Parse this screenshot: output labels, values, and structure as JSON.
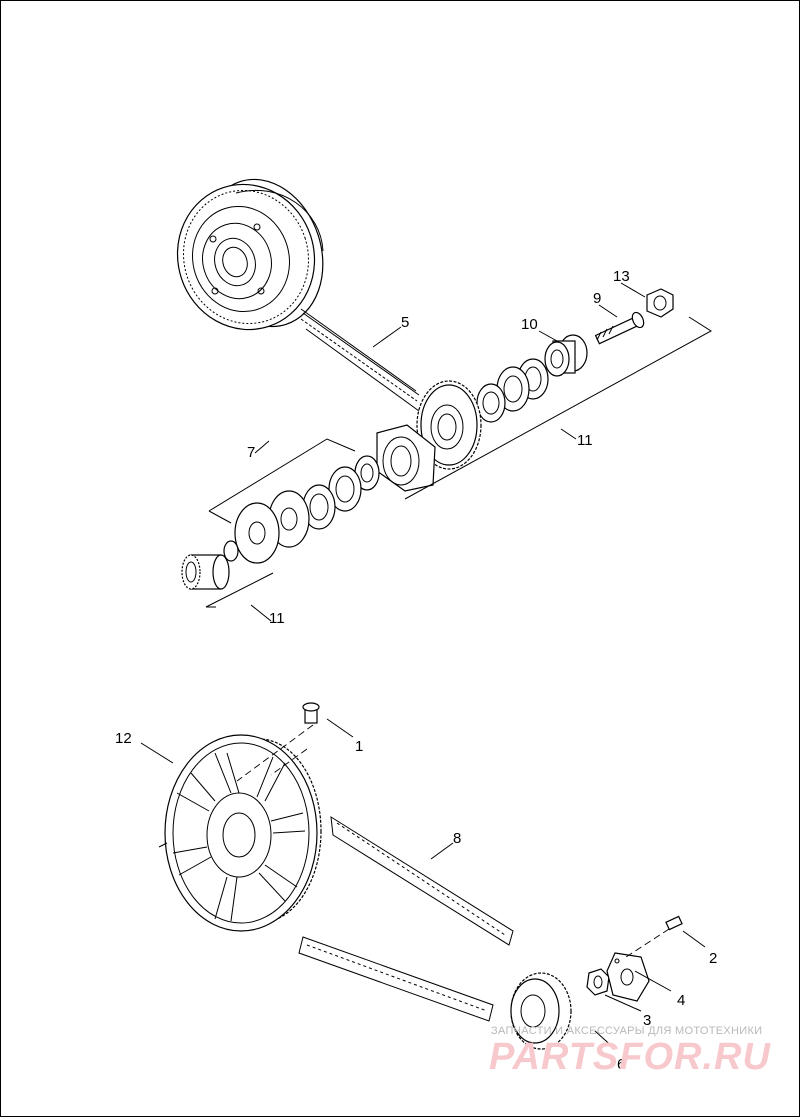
{
  "callouts": [
    {
      "id": "c13",
      "text": "13"
    },
    {
      "id": "c9",
      "text": "9"
    },
    {
      "id": "c10",
      "text": "10"
    },
    {
      "id": "c5",
      "text": "5"
    },
    {
      "id": "c11a",
      "text": "11"
    },
    {
      "id": "c7",
      "text": "7"
    },
    {
      "id": "c11b",
      "text": "11"
    },
    {
      "id": "c12",
      "text": "12"
    },
    {
      "id": "c1",
      "text": "1"
    },
    {
      "id": "c8",
      "text": "8"
    },
    {
      "id": "c2",
      "text": "2"
    },
    {
      "id": "c4",
      "text": "4"
    },
    {
      "id": "c3",
      "text": "3"
    },
    {
      "id": "c6",
      "text": "6"
    }
  ],
  "watermark": {
    "tagline": "ЗАПЧАСТИ И АКСЕССУАРЫ ДЛЯ МОТОТЕХНИКИ",
    "brand": "PARTSFOR.RU"
  },
  "colors": {
    "line": "#000000",
    "watermark_brand": "#f4b7bb",
    "watermark_text": "#b9b9b9"
  }
}
